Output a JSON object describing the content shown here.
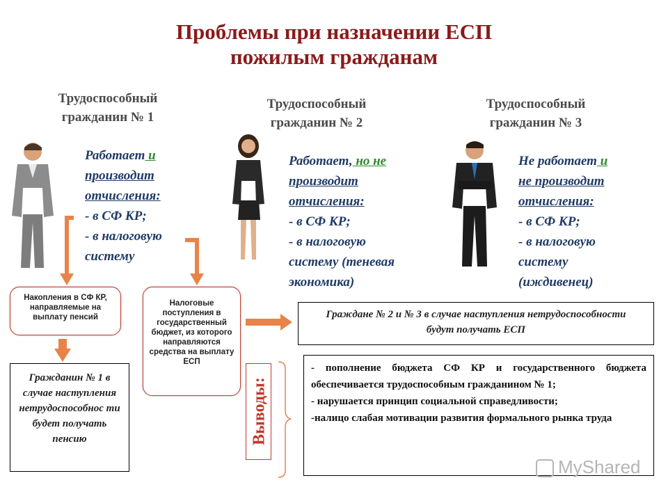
{
  "title": {
    "line1": "Проблемы при назначении ЕСП",
    "line2": "пожилым гражданам"
  },
  "citizens": [
    {
      "heading_line1": "Трудоспособный",
      "heading_line2": "гражданин № 1",
      "desc_lines": [
        "Работает и",
        "производит",
        "отчисления:",
        "- в СФ КР;",
        "- в налоговую",
        "систему"
      ]
    },
    {
      "heading_line1": "Трудоспособный",
      "heading_line2": "гражданин № 2",
      "desc_lines": [
        "Работает, но не",
        "производит",
        "отчисления:",
        "- в СФ КР;",
        "- в налоговую",
        "систему (теневая",
        "экономика)"
      ]
    },
    {
      "heading_line1": "Трудоспособный",
      "heading_line2": "гражданин № 3",
      "desc_lines": [
        "Не работает и",
        "не производит",
        "отчисления:",
        "- в СФ КР;",
        "- в налоговую",
        "систему",
        "(иждивенец)"
      ]
    }
  ],
  "boxes": {
    "savings": "Накопления в СФ КР, направляемые на выплату пенсий",
    "tax": "Налоговые поступления в государственный бюджет, из которого направляются средства на выплату ЕСП",
    "citizen1_result": "Гражданин № 1 в случае наступления нетрудоспособнос ти будет получать пенсию",
    "citizens23_result": "Граждане № 2 и № 3 в случае наступления нетрудоспособности будут получать ЕСП"
  },
  "conclusions": {
    "label": "Выводы:",
    "items": [
      "- пополнение бюджета СФ КР и государственного бюджета обеспечивается трудоспособным гражданином № 1;",
      "- нарушается принцип социальной справедливости;",
      "-налицо слабая мотивации развития формального рынка труда"
    ]
  },
  "watermark": "MyShared",
  "colors": {
    "title": "#8b1a1a",
    "description": "#1f3a66",
    "highlight": "#2e8b2e",
    "arrow": "#e8834a",
    "box_border_red": "#c0392b"
  }
}
